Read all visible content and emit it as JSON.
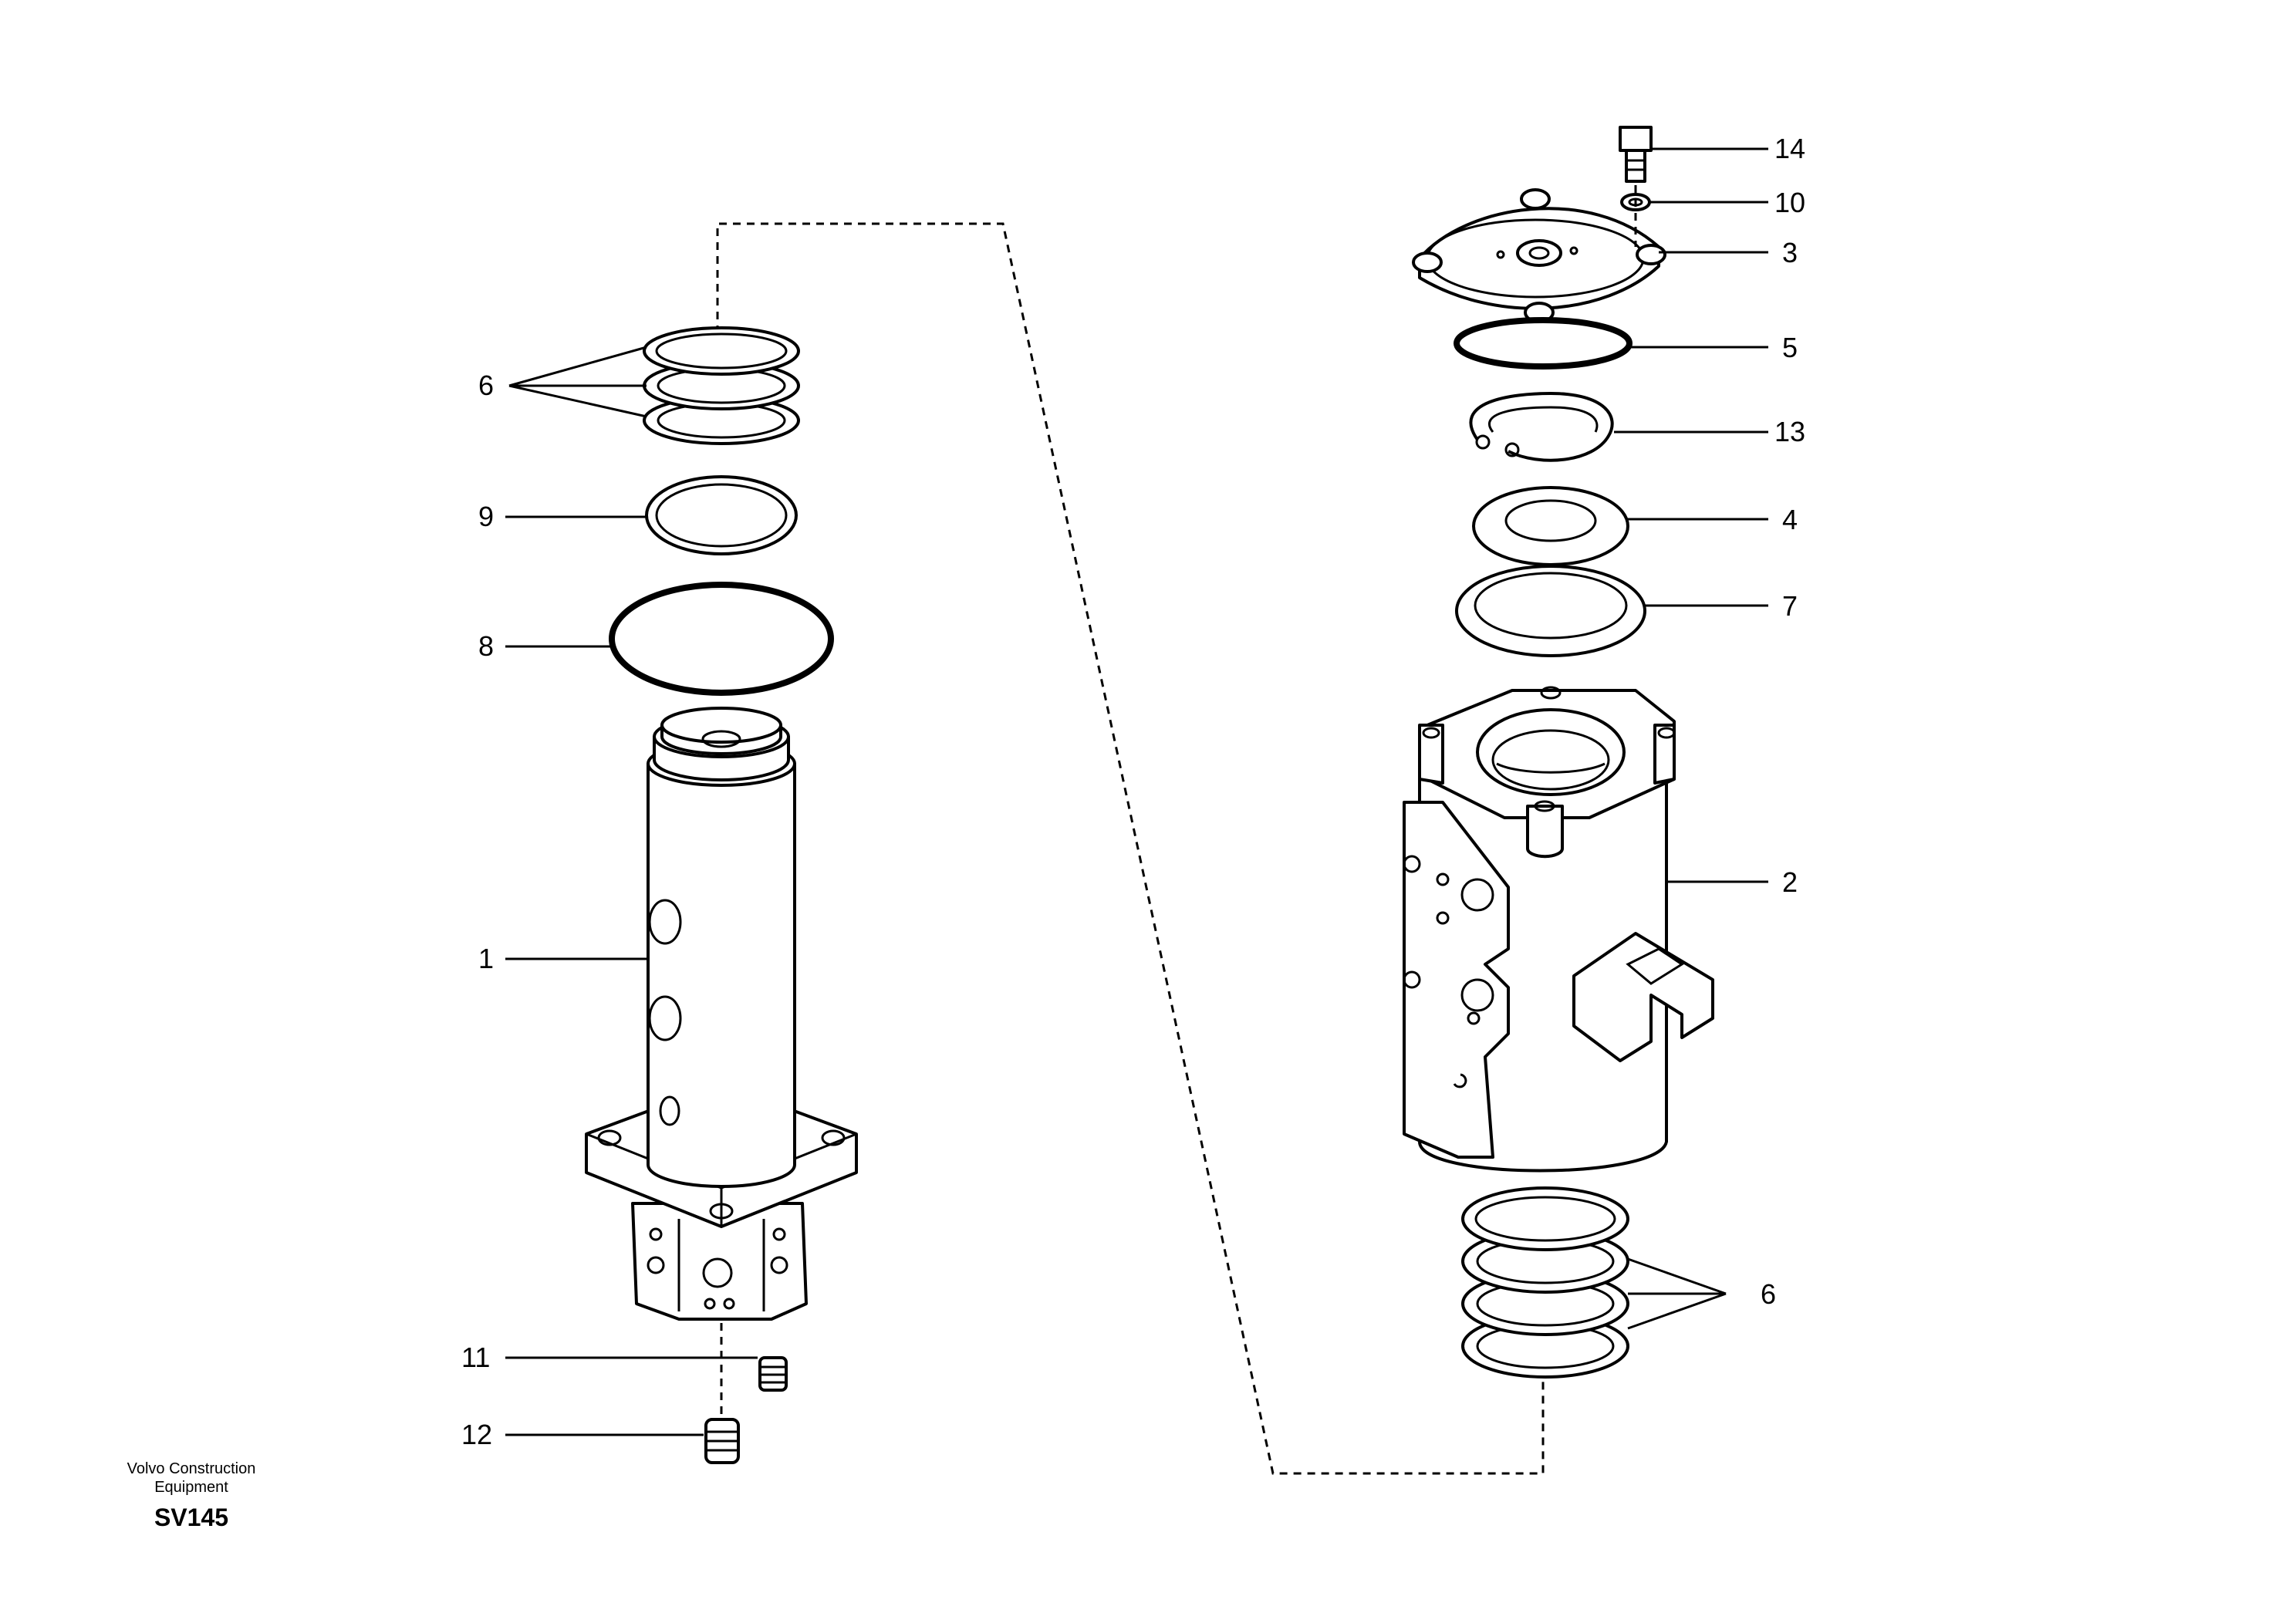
{
  "footer": {
    "manufacturer_line1": "Volvo Construction",
    "manufacturer_line2": "Equipment",
    "model": "SV145"
  },
  "callouts": {
    "c1": "1",
    "c2": "2",
    "c3": "3",
    "c4": "4",
    "c5": "5",
    "c6a": "6",
    "c6b": "6",
    "c7": "7",
    "c8": "8",
    "c9": "9",
    "c10": "10",
    "c11": "11",
    "c12": "12",
    "c13": "13",
    "c14": "14"
  }
}
